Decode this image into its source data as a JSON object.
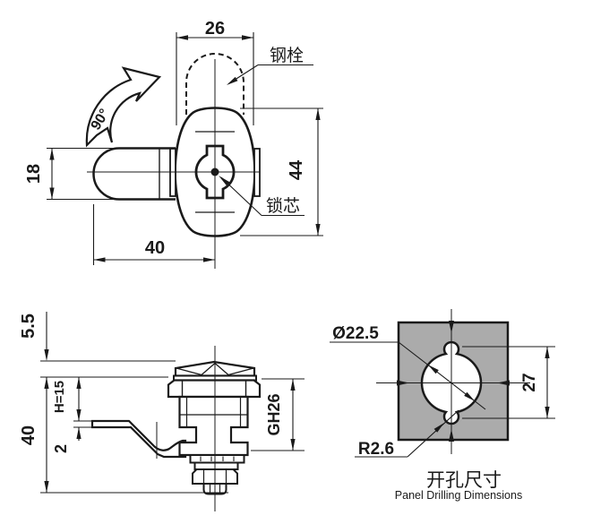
{
  "top_view": {
    "dim_width": "26",
    "dim_height": "44",
    "dim_bolt_width": "18",
    "dim_cam_length": "40",
    "label_steel_bolt": "钢栓",
    "label_lock_core": "锁芯",
    "label_rotation": "90°"
  },
  "side_view": {
    "dim_head_height": "5.5",
    "dim_body_length": "40",
    "dim_grip": "H=15",
    "dim_cam_thickness": "2",
    "dim_thread": "GH26"
  },
  "panel_view": {
    "dim_hole_diameter": "Ø22.5",
    "dim_notch_radius": "R2.6",
    "dim_hole_height": "27",
    "caption_zh": "开孔尺寸",
    "caption_en": "Panel Drilling Dimensions"
  },
  "colors": {
    "line": "#1a1a1a",
    "panel_fill": "#ababab",
    "background": "#ffffff"
  }
}
